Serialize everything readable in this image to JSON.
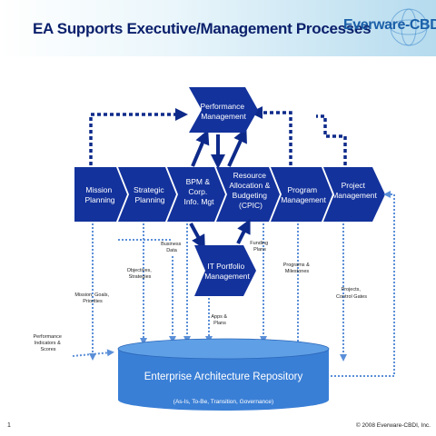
{
  "title": "EA Supports Executive/Management Processes",
  "logo": {
    "text": "Everware-CBDI"
  },
  "footer": {
    "page_number": "1",
    "copyright": "© 2008 Everware-CBDI, Inc."
  },
  "diagram": {
    "performance_management": [
      "Performance",
      "Management"
    ],
    "chevrons": [
      {
        "lines": [
          "Mission",
          "Planning"
        ]
      },
      {
        "lines": [
          "Strategic",
          "Planning"
        ]
      },
      {
        "lines": [
          "BPM &",
          "Corp.",
          "Info. Mgt"
        ]
      },
      {
        "lines": [
          "Resource",
          "Allocation &",
          "Budgeting",
          "(CPIC)"
        ]
      },
      {
        "lines": [
          "Program",
          "Management"
        ]
      },
      {
        "lines": [
          "Project",
          "Management"
        ]
      }
    ],
    "it_portfolio": [
      "IT Portfolio",
      "Management"
    ],
    "labels": {
      "business_data": [
        "Business",
        "Data"
      ],
      "funding_plans": [
        "Funding",
        "Plans"
      ],
      "objectives_strategies": [
        "Objectives,",
        "Strategies"
      ],
      "programs_milestones": [
        "Programs &",
        "Milestones"
      ],
      "projects_control_gates": [
        "Projects,",
        "Control Gates"
      ],
      "mission_goals_priorities": [
        "Mission, Goals,",
        "Priorities"
      ],
      "apps_plans": [
        "Apps &",
        "Plans"
      ],
      "performance_indicators": [
        "Performance",
        "Indicators &",
        "Scores"
      ]
    },
    "repository": {
      "title": "Enterprise Architecture Repository",
      "subtitle": "(As-Is, To-Be, Transition, Governance)"
    }
  }
}
